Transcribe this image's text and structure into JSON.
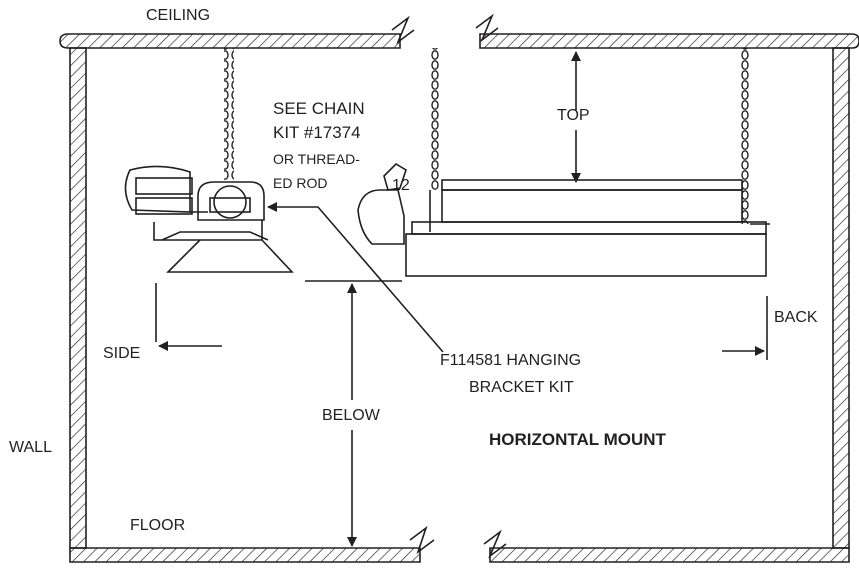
{
  "labels": {
    "ceiling": "CEILING",
    "see_chain_1": "SEE CHAIN",
    "see_chain_2": "KIT #17374",
    "see_chain_3": "OR THREAD-",
    "see_chain_4": "ED ROD",
    "top": "TOP",
    "back": "BACK",
    "side": "SIDE",
    "bracket_1": "F114581 HANGING",
    "bracket_2": "BRACKET KIT",
    "below": "BELOW",
    "wall": "WALL",
    "horizontal_mount": "HORIZONTAL MOUNT",
    "floor": "FLOOR",
    "heater_tag": "12"
  },
  "colors": {
    "line": "#231f20",
    "background": "#ffffff"
  }
}
